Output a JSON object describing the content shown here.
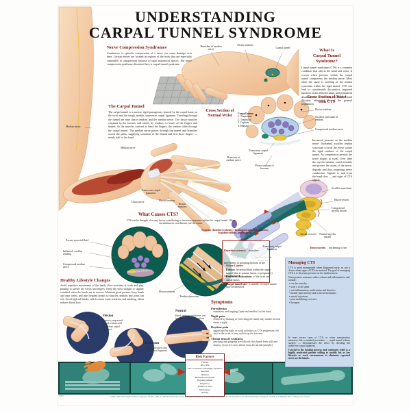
{
  "colors": {
    "heading_maroon": "#7c1818",
    "teal_inset": "#0c5c50",
    "navy_inset": "#2c3c6a",
    "managing_box_bg": "#ccdcee",
    "bottom_strip_teal": "#2e8278",
    "risk_arrow_red": "#c22d1e",
    "nerve_yellow": "#e9c83e",
    "synovium_blue": "#b5d2e8",
    "tendon_purple": "#8a76b8",
    "skin": "#f3c9a4"
  },
  "title": {
    "line1": "UNDERSTANDING",
    "line2": "CARPAL TUNNEL SYNDROME"
  },
  "nerve_compression": {
    "heading": "Nerve Compression Syndromes",
    "body": "Continuous or episodic compression of a nerve can cause damage over time. Certain nerves are located in regions of the body that are especially vulnerable to compression because of tight anatomical spaces. The nerve compression syndrome discussed here is carpal tunnel syndrome."
  },
  "keyboard_labels": {
    "branches": "Branches of median nerve",
    "flexor": "Flexor tendons",
    "tunnel": "Carpal tunnel",
    "median": "Median nerve"
  },
  "what_is": {
    "heading_l1": "What Is",
    "heading_l2": "Carpal Tunnel",
    "heading_l3": "Syndrome?",
    "body": "Carpal tunnel syndrome (CTS) is a common condition that affects the hand and wrist. It occurs when pressure within the carpal tunnel compresses the median nerve. Most often the cause is swelling of the tendon synovium within the rigid tunnel. CTS can lead to considerable discomfort, impaired function of the affected hand, and permanent disability. It is the most common hand disorder, affecting 1% of the general population."
  },
  "carpal_tunnel": {
    "heading": "The Carpal Tunnel",
    "body": "The carpal tunnel is a narrow, rigid passageway formed by the carpal bones at the wrist and the tough, mobile, transverse carpal ligament. Traveling through the tunnel are nine flexor tendons and the median nerve. The flexor muscles originate in the forearm and attach, by tendons, to bones of the fingers and thumb. As the muscles contract to bend the fingers, the tendons slide through the carpal tunnel. The median nerve passes through the tunnel and branches across the palm, supplying sensation to the thumb and first three fingers — nearly half of the hand."
  },
  "hand_labels": {
    "median": "Median nerve",
    "branches": "Branches of median nerve",
    "ligament": "Transverse carpal ligament",
    "ulnar": "Ulnar nerve",
    "flexor": "Flexor tendons",
    "thenar": "Thenar muscles"
  },
  "cross_normal": {
    "heading_l1": "Cross Section of",
    "heading_l2": "Normal Wrist",
    "bones_title": "Carpal bones:",
    "bones": [
      "1. Trapezium",
      "2. Trapezoid",
      "3. Capitate",
      "4. Hamate"
    ]
  },
  "cross_cts": {
    "heading_l1": "Cross Section of Wrist",
    "heading_l2": "with CTS",
    "labels": {
      "flexor": "Flexor tendons",
      "synovium": "Swollen synovium of tendons",
      "nerve": "Compressed median nerve",
      "ligament": "Transverse carpal ligament",
      "forearm": "Flexor tendons of forearm"
    },
    "body": "Increased pressure on the median nerve: thickened, swollen tendon synovium crowds the nerve within the rigid confines of the carpal tunnel. As compression persists the nerve begins to swell. Over time the myelin sheaths, which insulate and protect the axons of the nerve, degrade and thin, impairing nerve conduction. Signals to and from the hand slow — and signs of CTS appear."
  },
  "nerve_detail": {
    "ribbon": "TENDONS",
    "labels": {
      "synovium": "Swollen synovium",
      "vessels": "Blood vessels",
      "compressed": "Compressed myelin sheath",
      "axons": "Axons of nerve",
      "normal": "Normal myelin sheath",
      "median": "Median nerve",
      "tendon_syn": "Swollen tendon synovium"
    }
  },
  "causes": {
    "heading": "What Causes CTS?",
    "intro": "CTS can be thought of as any factor contributing to increased pressure within the carpal tunnel. Often circumstances, not disease, are the cause.",
    "systemic": "Systemic disorders (obesity, rheumatoid arthritis, diabetes, hypothyroidism, amyloidosis)",
    "repetitive_title": "Repetitive overuse:",
    "repetitive_body": "repetitive movements or grasping motions of the wrist and hand",
    "teno_title": "Tenosynovitis:",
    "teno_body": "thickening of the tendon synovium, caused by tendons rubbing against each other during repetitive movements",
    "inset1_caption": "Rheumatoid Arthritis",
    "inset1_labels": {
      "fluid": "Excess synovial fluid",
      "inflamed": "Inflamed, swollen tendons",
      "compressed": "Compressed median nerve"
    },
    "inset2_labels": {
      "flexor": "Flexor tendons",
      "synovium": "Tendon synovium"
    },
    "ligament_label": "Transverse carpal ligament",
    "other_title": "Other Causes:",
    "other": [
      {
        "t": "Edema:",
        "b": "increased fluid within the carpal tunnel (due to trauma, burns, or pregnancy)"
      },
      {
        "t": "Fractures, dislocations",
        "b": "of the wrist and carpal bones"
      },
      {
        "t": "Carpal tunnel size:",
        "b": "a smaller, crowded tunnel may be inherited"
      }
    ]
  },
  "lifestyle": {
    "heading": "Healthy Lifestyle Changes",
    "body": "Avoid repetitive movements of the hands. Pace activities at work and play, pausing to stretch the wrists and fingers. Keep the wrist straight or slightly extended when the hands are in motion. Maintain good posture, keep hands and arms warm, and take frequent breaks so muscles, tendons and joints can rest. Avoid high salt intake, which causes water retention, and smoking, which reduces blood flow.",
    "positions": [
      {
        "name": "Flexion",
        "caption": "Causes compressed, flexed tendons and transverse carpal ligament"
      },
      {
        "name": "Extension",
        "caption": "Causes stretched, taut tendons and ligament"
      },
      {
        "name": "Neutral",
        "caption": "Hand, tendons and nerves rest in a relaxed, natural position"
      }
    ]
  },
  "symptoms": {
    "heading": "Symptoms",
    "items": [
      {
        "term": "Paresthesias",
        "desc": "numbness and tingling ('pins and needles') in the hand"
      },
      {
        "term": "Night pain",
        "desc": "relieved by shaking or exercising the hand; may awake several times a night"
      },
      {
        "term": "Daytime pain",
        "desc": "aggravated by daily or work activities as CTS progresses; felt first in the wrist, it may radiate up the forearm"
      },
      {
        "term": "Thenar muscle weakness",
        "desc": "pinching and gripping are difficult; the thumb feels stiff and clumsy. In severe cases thenar muscles shrink (atrophy)"
      }
    ]
  },
  "managing": {
    "heading": "Managing CTS",
    "intro": "CTS is most manageable when diagnosed early, so see a doctor when signs of CTS are noticed. The goal of managing CTS is to decrease pressure on the median nerve.",
    "nonop_lead": "Nonoperative measures reduce edema and inflammation and include:",
    "bullets": [
      "rest the muscles",
      "wear a wrist splint",
      "anti-inflammatory medications and diuretics",
      "modify hand activity and work environments",
      "steroid injections",
      "joint mobilizing exercises",
      "therapies"
    ],
    "para2": "In more severe cases of CTS, or when nonoperative measures fail, a standard procedure — carpal tunnel release surgery — decompresses the nerve by dividing the transverse carpal ligament.",
    "para3": "Crucial to the healing process and continued relief is a highly motivated patient willing to modify his or her lifestyle or work environment to eliminate repeated stress on the hands."
  },
  "risk": {
    "heading": "Risk Factors",
    "items": [
      "Female",
      "40 to 60s",
      "Jobs or hobbies with highly repetitive hand use",
      "Diabetes",
      "Rheumatoid arthritis",
      "Hypothyroidism",
      "Pregnancy",
      "Trauma to wrist",
      "Menopause",
      "Obesity"
    ]
  },
  "footer": {
    "code": "9796",
    "copyright": "©1996, 2001 Anatomical Chart Company, Skokie, Illinois. Medical illustrations by Claudia M. Grosz, CMI, in consultation with R. Thomas Howard, MD, Hand/Wrist Surgeon, and M. J. Campbell, DC, Chiropractic Center"
  }
}
